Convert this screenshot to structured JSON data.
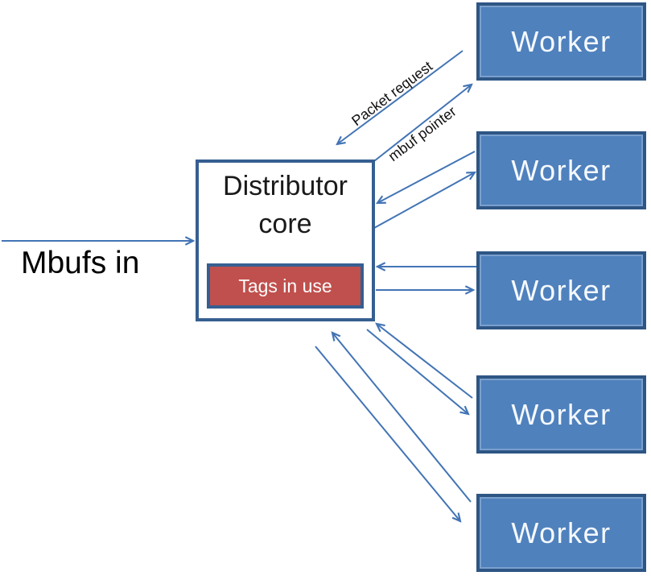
{
  "diagram": {
    "distributor": {
      "title_line1": "Distributor",
      "title_line2": "core",
      "tags_label": "Tags in use"
    },
    "workers": [
      {
        "label": "Worker"
      },
      {
        "label": "Worker"
      },
      {
        "label": "Worker"
      },
      {
        "label": "Worker"
      },
      {
        "label": "Worker"
      }
    ],
    "labels": {
      "mbufs_in": "Mbufs in",
      "packet_request": "Packet request",
      "mbuf_pointer": "mbuf pointer"
    },
    "arrows": [
      {
        "name": "mbufs-in-arrow",
        "from": "left-edge",
        "to": "distributor"
      },
      {
        "name": "packet-request-arrow",
        "from": "worker-1",
        "to": "distributor",
        "label": "Packet request"
      },
      {
        "name": "mbuf-pointer-arrow",
        "from": "distributor",
        "to": "worker-1",
        "label": "mbuf pointer"
      },
      {
        "name": "worker2-request-arrow",
        "from": "worker-2",
        "to": "distributor"
      },
      {
        "name": "worker2-pointer-arrow",
        "from": "distributor",
        "to": "worker-2"
      },
      {
        "name": "worker3-request-arrow",
        "from": "worker-3",
        "to": "distributor"
      },
      {
        "name": "worker3-pointer-arrow",
        "from": "distributor",
        "to": "worker-3"
      },
      {
        "name": "worker4-pointer-arrow",
        "from": "distributor",
        "to": "worker-4"
      },
      {
        "name": "worker4-request-arrow",
        "from": "worker-4",
        "to": "distributor"
      },
      {
        "name": "worker5-pointer-arrow",
        "from": "distributor",
        "to": "worker-5"
      },
      {
        "name": "worker5-request-arrow",
        "from": "worker-5",
        "to": "distributor"
      }
    ],
    "colors": {
      "worker_fill": "#4F81BD",
      "worker_border": "#2E5684",
      "distributor_border": "#365F91",
      "tags_fill": "#C0504D",
      "arrow_stroke": "#4274B5",
      "text_dark": "#000000",
      "text_light": "#F5F9FD"
    }
  }
}
